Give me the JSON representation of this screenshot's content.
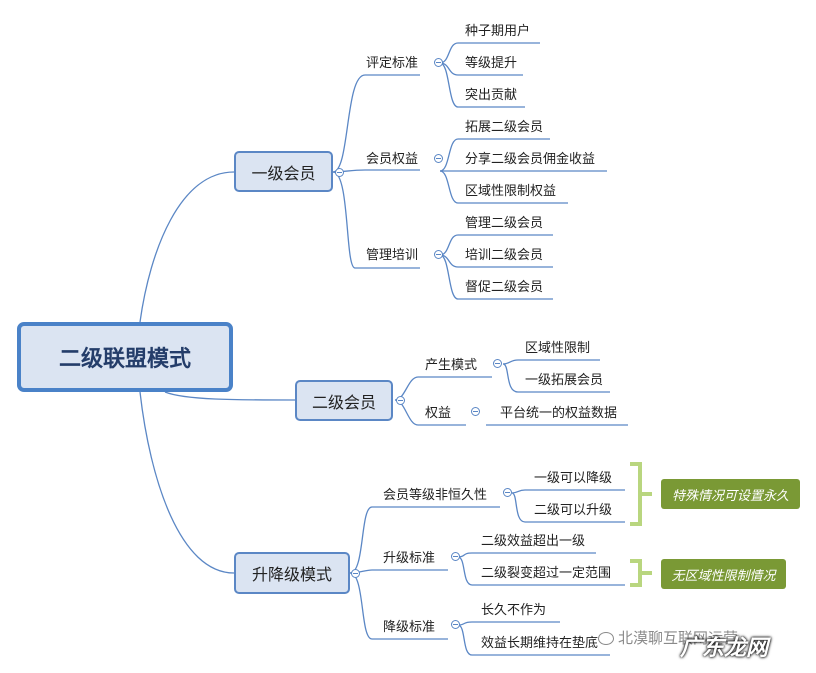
{
  "root": {
    "label": "二级联盟模式"
  },
  "branches": [
    {
      "label": "一级会员",
      "groups": [
        {
          "label": "评定标准",
          "items": [
            "种子期用户",
            "等级提升",
            "突出贡献"
          ]
        },
        {
          "label": "会员权益",
          "items": [
            "拓展二级会员",
            "分享二级会员佣金收益",
            "区域性限制权益"
          ]
        },
        {
          "label": "管理培训",
          "items": [
            "管理二级会员",
            "培训二级会员",
            "督促二级会员"
          ]
        }
      ]
    },
    {
      "label": "二级会员",
      "groups": [
        {
          "label": "产生模式",
          "items": [
            "区域性限制",
            "一级拓展会员"
          ]
        },
        {
          "label": "权益",
          "items": [
            "平台统一的权益数据"
          ]
        }
      ]
    },
    {
      "label": "升降级模式",
      "groups": [
        {
          "label": "会员等级非恒久性",
          "items": [
            "一级可以降级",
            "二级可以升级"
          ]
        },
        {
          "label": "升级标准",
          "items": [
            "二级效益超出一级",
            "二级裂变超过一定范围"
          ]
        },
        {
          "label": "降级标准",
          "items": [
            "长久不作为",
            "效益长期维持在垫底"
          ]
        }
      ]
    }
  ],
  "notes": [
    "特殊情况可设置永久",
    "无区域性限制情况"
  ],
  "watermark": {
    "source": "北漠聊互联网运营",
    "site": "广东龙网"
  },
  "colors": {
    "line": "#5b87c5",
    "node_fill": "#dbe4f2",
    "note_fill": "#7a9935",
    "bracket": "#b9d67f"
  }
}
